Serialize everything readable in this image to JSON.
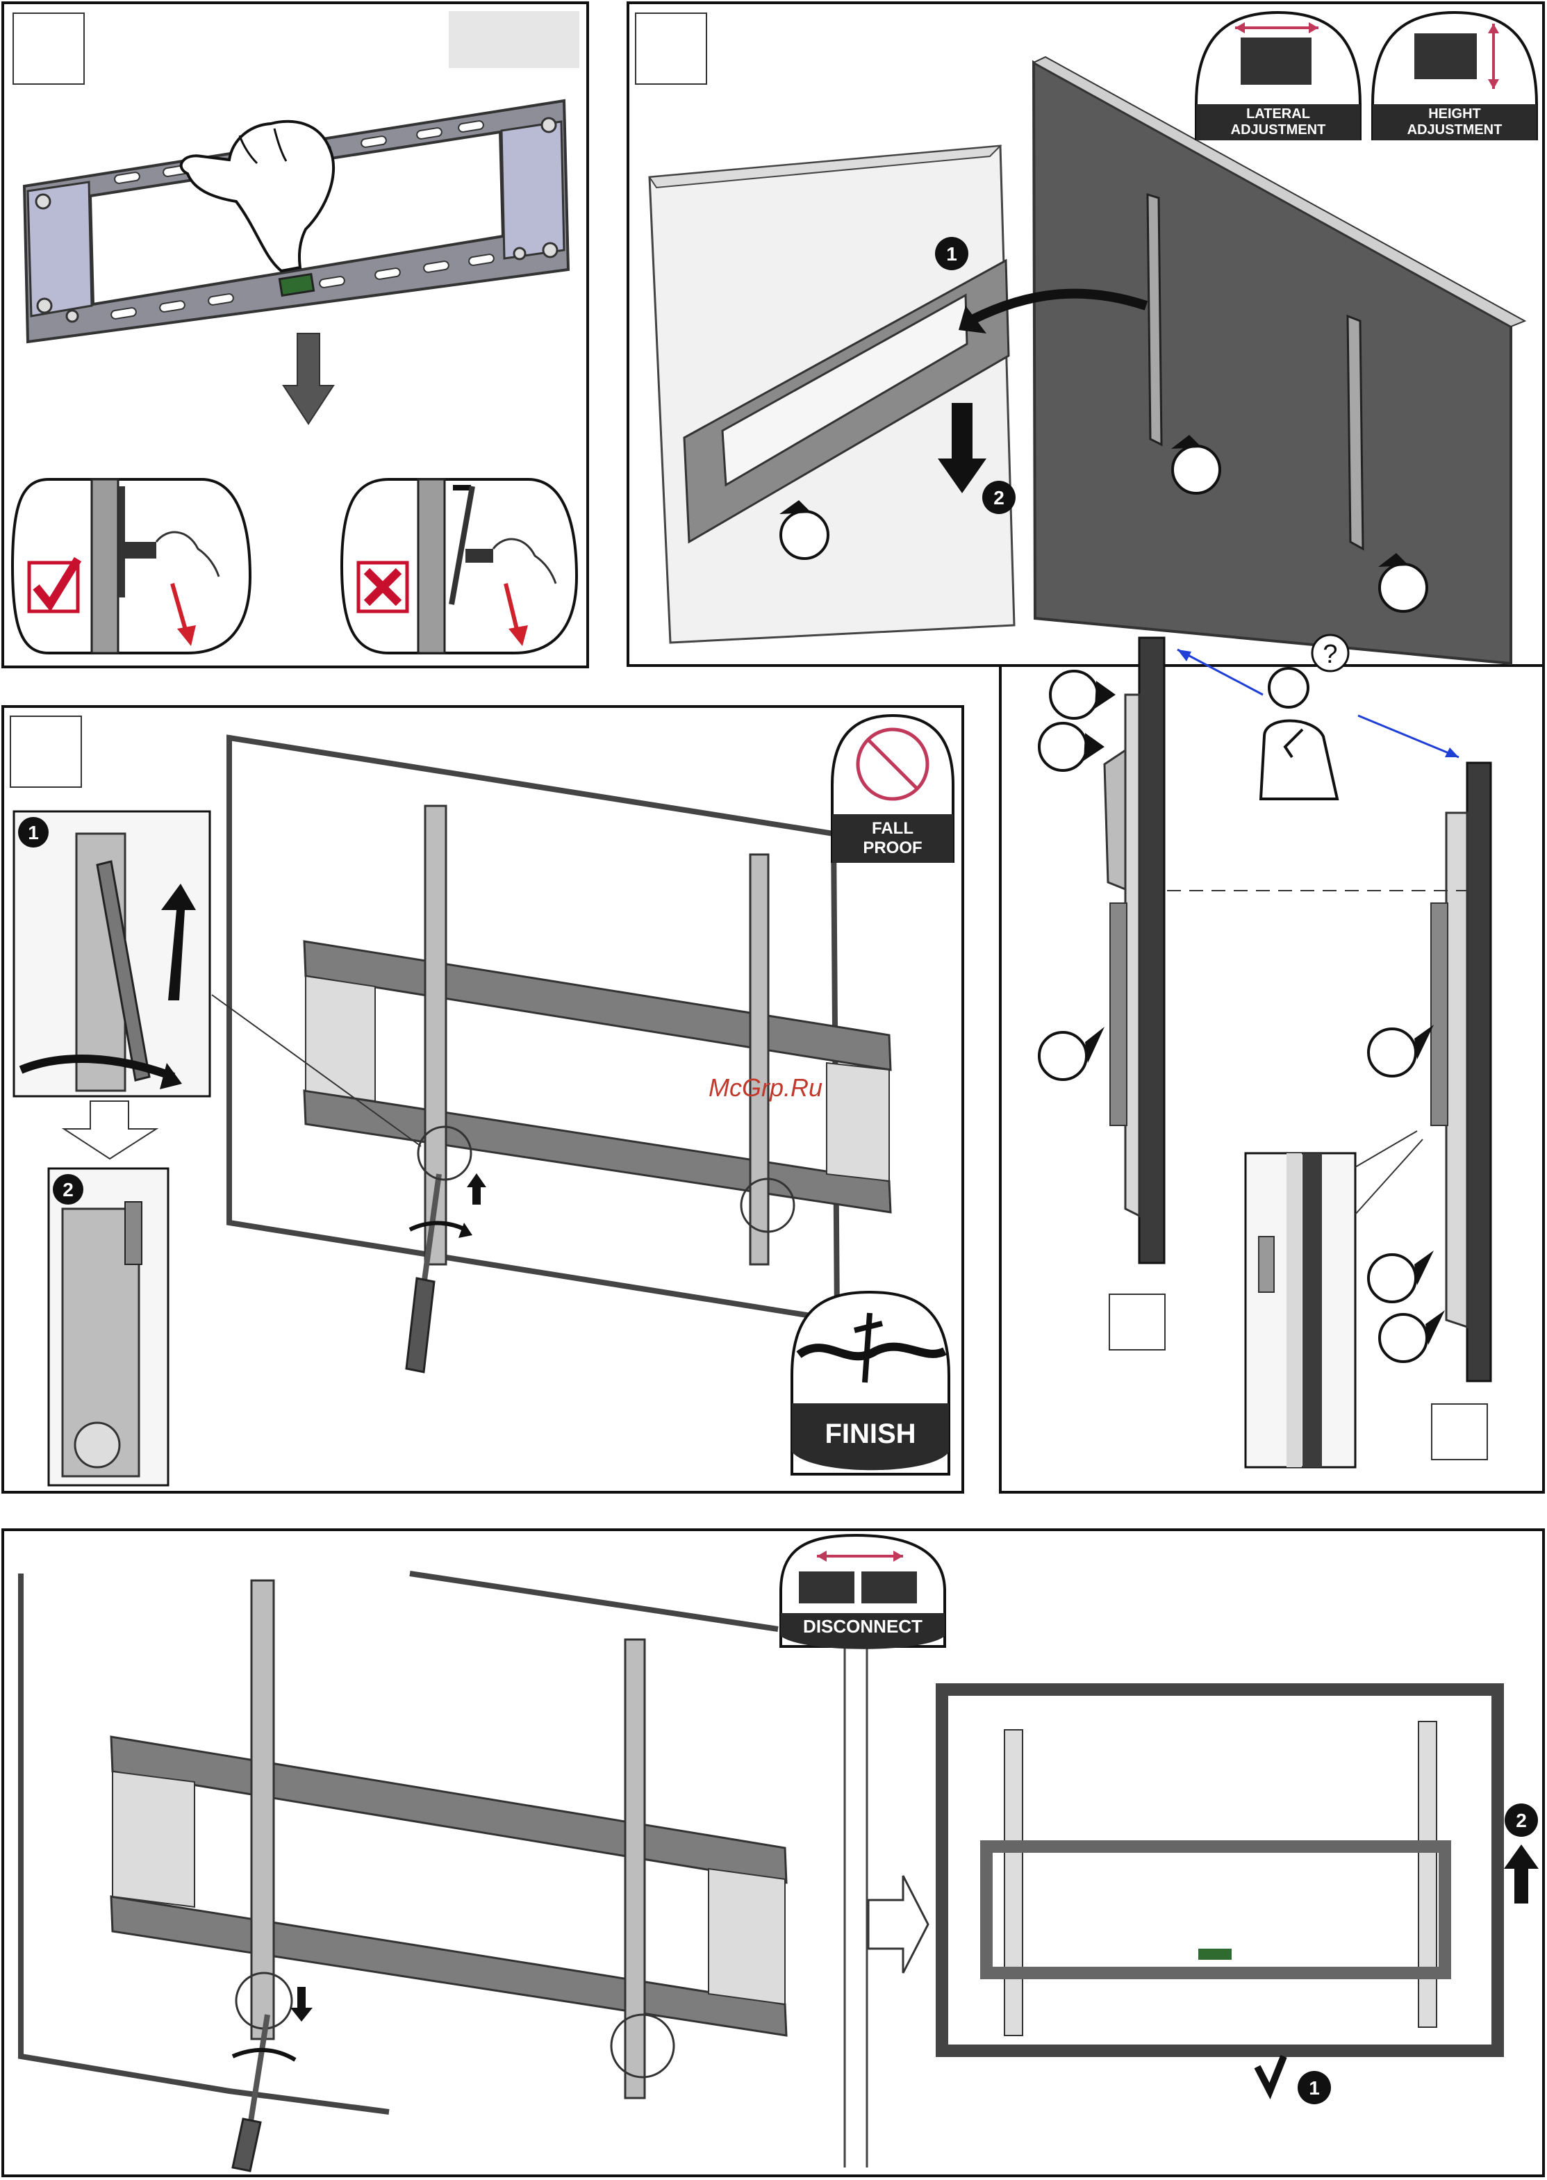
{
  "watermark": "McGrp.Ru",
  "badges": {
    "lateral": [
      "LATERAL",
      "ADJUSTMENT"
    ],
    "height": [
      "HEIGHT",
      "ADJUSTMENT"
    ],
    "fallproof": [
      "FALL",
      "PROOF"
    ],
    "finish": "FINISH",
    "disconnect": "DISCONNECT"
  },
  "step_numbers": {
    "one": "1",
    "two": "2"
  },
  "callout": "?",
  "colors": {
    "check": "#c8102e",
    "arrow_red": "#d0202b",
    "arrow_blue": "#1f3fd6",
    "wall_dark": "#5a5a5a",
    "badge_dark": "#2b2b2b"
  }
}
